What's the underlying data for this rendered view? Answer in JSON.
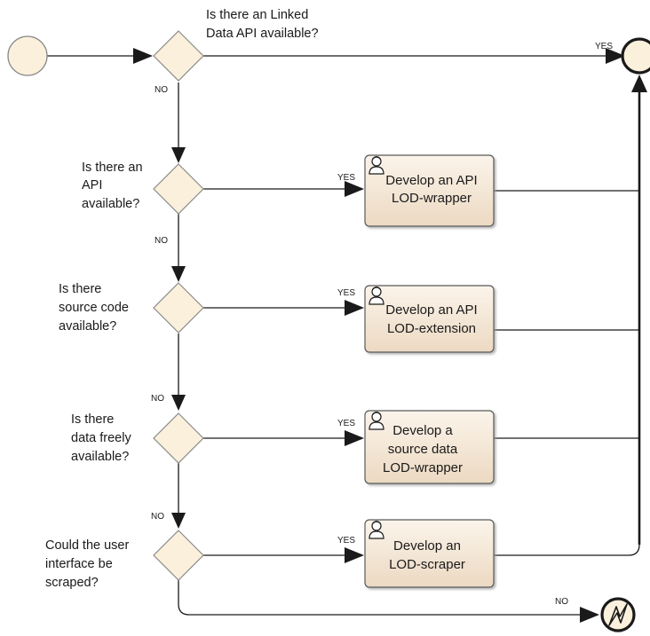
{
  "colors": {
    "node_fill": "#faf0dc",
    "task_fill_top": "#fbf4ea",
    "task_fill_bottom": "#ecd9c2",
    "line": "#1a1a1a"
  },
  "questions": [
    [
      "Is there an Linked",
      "Data API available?"
    ],
    [
      "Is there an",
      "API",
      "available?"
    ],
    [
      "Is there",
      "source code",
      "available?"
    ],
    [
      "Is there",
      "data freely",
      "available?"
    ],
    [
      "Could the user",
      "interface be",
      "scraped?"
    ]
  ],
  "tasks": [
    [
      "Develop an API",
      "LOD-wrapper"
    ],
    [
      "Develop an API",
      "LOD-extension"
    ],
    [
      "Develop a",
      "source data",
      "LOD-wrapper"
    ],
    [
      "Develop an",
      "LOD-scraper"
    ]
  ],
  "labels": {
    "yes": "YES",
    "no": "NO"
  },
  "icons": {
    "start": "start-event-icon",
    "end": "end-event-icon",
    "error_end": "error-end-event-icon",
    "task_user": "user-task-icon"
  }
}
